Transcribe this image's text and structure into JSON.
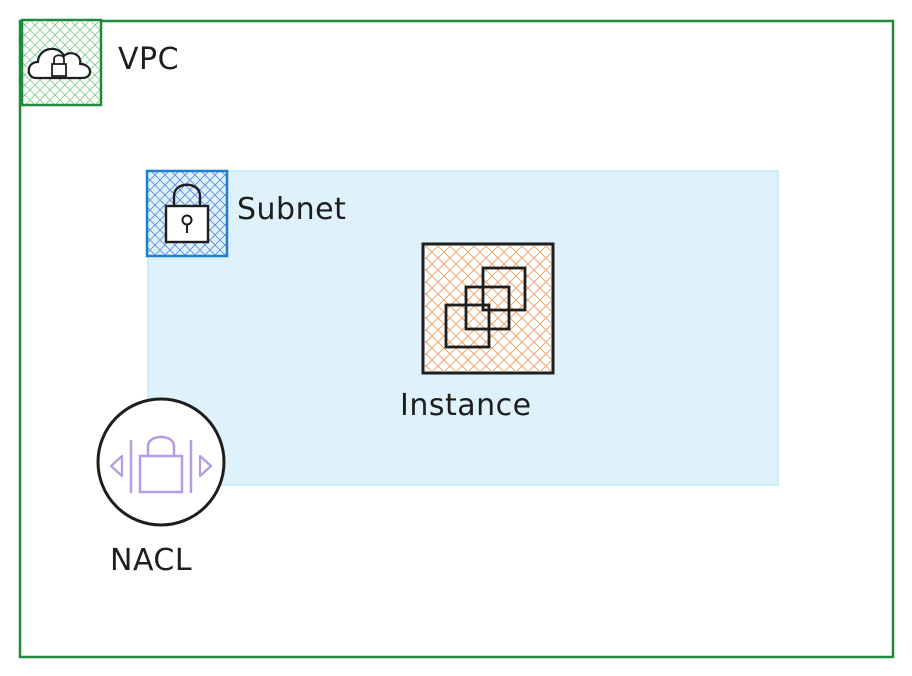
{
  "diagram": {
    "vpc": {
      "label": "VPC",
      "icon": "cloud-lock-icon",
      "color": "#1e8a3a"
    },
    "subnet": {
      "label": "Subnet",
      "icon": "padlock-icon",
      "color": "#1c7fd1",
      "fill": "#dff1fb"
    },
    "instance": {
      "label": "Instance",
      "icon": "stacked-squares-icon",
      "color": "#f0904a"
    },
    "nacl": {
      "label": "NACL",
      "icon": "firewall-lock-icon",
      "color": "#b59be6"
    }
  }
}
